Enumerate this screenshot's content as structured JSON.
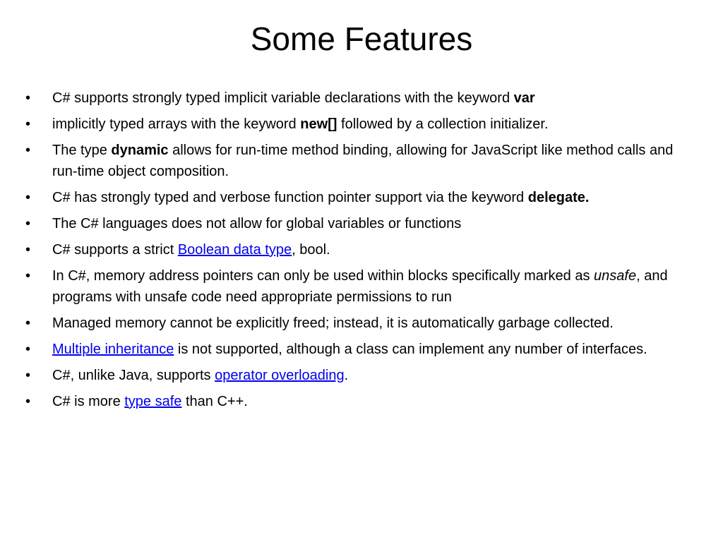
{
  "slide": {
    "title": "Some Features",
    "bullet_symbol": "•",
    "bullets": [
      {
        "a": "C# supports strongly typed implicit variable declarations with the keyword ",
        "b": "var"
      },
      {
        "a": "implicitly typed arrays with the keyword ",
        "b": "new[]",
        "c": " followed by a collection initializer."
      },
      {
        "a": "The type ",
        "b": "dynamic",
        "c": " allows for run-time method binding, allowing for JavaScript like method calls and run-time object composition."
      },
      {
        "a": "C# has strongly typed and verbose function pointer support via the keyword ",
        "b": "delegate."
      },
      {
        "a": "The C# languages does not allow for global variables or functions"
      },
      {
        "a": "C# supports a strict ",
        "link": "Boolean data type",
        "c": ", bool."
      },
      {
        "a": "In C#, memory address pointers can only be used within blocks specifically marked as ",
        "em": "unsafe",
        "c": ", and programs with unsafe code need appropriate permissions to run"
      },
      {
        "a": "Managed memory cannot be explicitly freed; instead, it is automatically garbage collected."
      },
      {
        "link": "Multiple inheritance",
        "c": " is not supported, although a class can implement any number of interfaces."
      },
      {
        "a": "C#, unlike Java, supports ",
        "link": "operator overloading",
        "c": "."
      },
      {
        "a": "C# is more ",
        "link": "type safe",
        "c": " than C++."
      }
    ]
  }
}
